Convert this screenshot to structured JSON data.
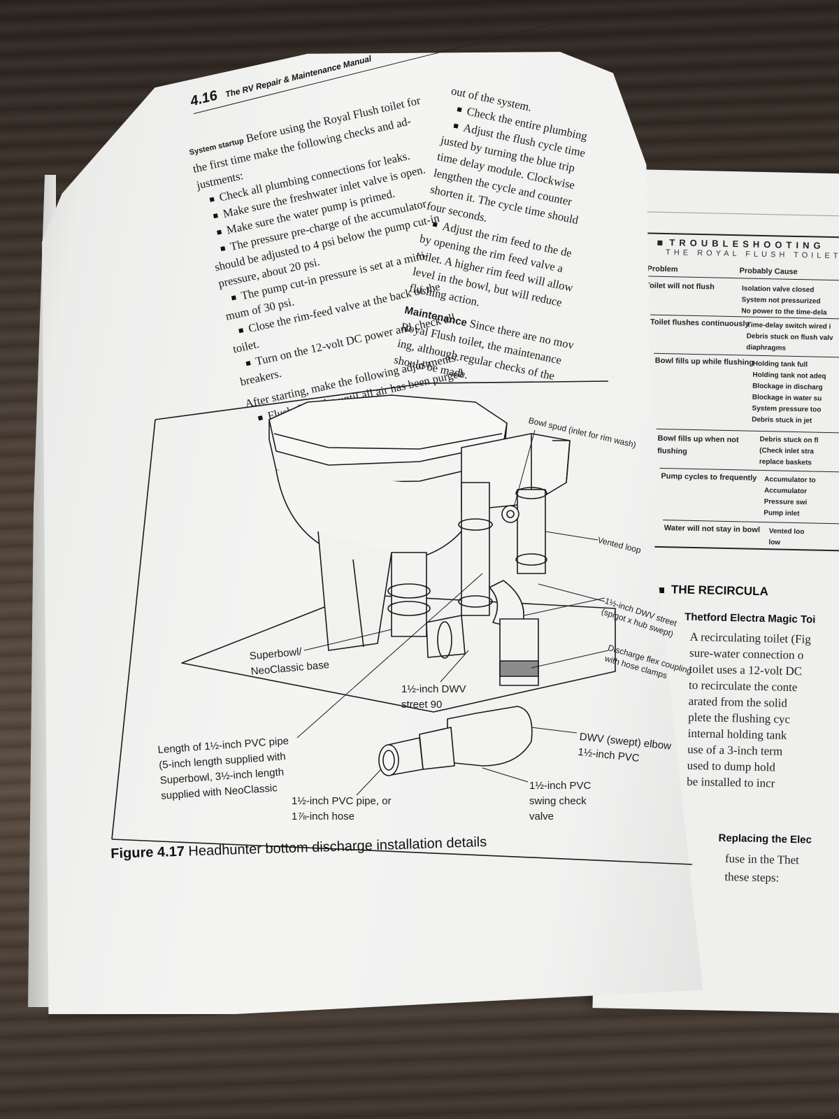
{
  "header": {
    "page_number": "4.16",
    "book_title": "The RV Repair & Maintenance Manual"
  },
  "left_column": {
    "startup_head": "System startup",
    "startup_lines": [
      "Before using the Royal Flush toilet for",
      "the first time make the following checks and ad-",
      "justments:"
    ],
    "startup_bullets": [
      [
        "Check all plumbing connections for leaks."
      ],
      [
        "Make sure the freshwater inlet valve is open."
      ],
      [
        "Make sure the water pump is primed."
      ],
      [
        "The pressure pre-charge of the accumulator",
        "should be adjusted to 4 psi below the pump cut-in",
        "pressure, about 20 psi."
      ],
      [
        "The pump cut-in pressure is set at a mini-",
        "mum of 30 psi."
      ],
      [
        "Close the rim-feed valve at the back of the",
        "toilet."
      ],
      [
        "Turn on the 12-volt DC power and check all",
        "breakers."
      ]
    ],
    "after_line": "After starting, make the following adjustments:",
    "after_bullets": [
      [
        "Flush the toilet until all air has been purged"
      ]
    ]
  },
  "right_column": {
    "cont_line": "out of the system.",
    "bullets": [
      [
        "Check the entire plumbing"
      ],
      [
        "Adjust the flush cycle time",
        "justed by turning the blue trip",
        "time delay module. Clockwise",
        "lengthen the cycle and counter",
        "shorten it. The cycle time should",
        "four seconds."
      ],
      [
        "Adjust the rim feed to the de",
        "by opening the rim feed valve a",
        "toilet. A higher rim feed will allow",
        "level in the bowl, but will reduce",
        "flushing action."
      ]
    ],
    "maintenance_head": "Maintenance",
    "maintenance_lines": [
      "Since there are no mov",
      "Royal Flush toilet, the maintenance",
      "ing, although regular checks of the",
      "should be made."
    ]
  },
  "figure": {
    "labels": {
      "bowl_spud": "Bowl spud (inlet for rim wash)",
      "vented_loop": "Vented loop",
      "dwv_street": [
        "1½-inch DWV street",
        "(spigot x hub swept)"
      ],
      "discharge_flex": [
        "Discharge flex coupling",
        "with hose clamps"
      ],
      "superbowl": [
        "Superbowl/",
        "NeoClassic base"
      ],
      "dwv_street90": [
        "1½-inch DWV",
        "street 90"
      ],
      "pvc_length": [
        "Length of 1½-inch PVC pipe",
        "(5-inch length supplied with",
        "Superbowl, 3½-inch length",
        "supplied with NeoClassic"
      ],
      "dwv_elbow": [
        "DWV (swept) elbow",
        "1½-inch PVC"
      ],
      "pvc_pipe": [
        "1½-inch PVC pipe, or",
        "1⅞-inch hose"
      ],
      "swing_check": [
        "1½-inch PVC",
        "swing check",
        "valve"
      ]
    },
    "caption_number": "Figure 4.17",
    "caption_text": "Headhunter bottom discharge installation details"
  },
  "right_page": {
    "box_title": "TROUBLESHOOTING",
    "box_subtitle": "THE ROYAL FLUSH TOILET",
    "col_problem": "Problem",
    "col_cause": "Probably Cause",
    "rows": [
      {
        "problem": [
          "Toilet will not flush"
        ],
        "causes": [
          "Isolation valve closed",
          "System not pressurized",
          "No power to the time-dela"
        ]
      },
      {
        "problem": [
          "Toilet flushes continuously"
        ],
        "causes": [
          "Time-delay switch wired i",
          "Debris stuck on flush valv",
          "diaphragms"
        ]
      },
      {
        "problem": [
          "Bowl fills up while flushing"
        ],
        "causes": [
          "Holding tank full",
          "Holding tank not adeq",
          "Blockage in discharg",
          "Blockage in water su",
          "System pressure too",
          "Debris stuck in jet"
        ]
      },
      {
        "problem": [
          "Bowl fills up when not",
          "flushing"
        ],
        "causes": [
          "Debris stuck on fl",
          "(Check inlet stra",
          "replace baskets"
        ]
      },
      {
        "problem": [
          "Pump cycles to frequently"
        ],
        "causes": [
          "Accumulator to",
          "Accumulator",
          "Pressure swi",
          "Pump inlet"
        ]
      },
      {
        "problem": [
          "Water will not stay in bowl"
        ],
        "causes": [
          "Vented loo",
          "low"
        ]
      }
    ],
    "section_title": "THE RECIRCULA",
    "sub_head": "Thetford Electra Magic Toi",
    "body_lines": [
      "A recirculating toilet (Fig",
      "sure-water connection o",
      "toilet uses a 12-volt DC",
      "to recirculate the conte",
      "arated from the solid",
      "plete the flushing cyc",
      "internal holding tank",
      "use of a 3-inch term",
      "used to dump hold",
      "be installed to incr"
    ],
    "sub_head2": "Replacing the Elec",
    "body2_lines": [
      "fuse in the Thet",
      "these steps:"
    ]
  }
}
